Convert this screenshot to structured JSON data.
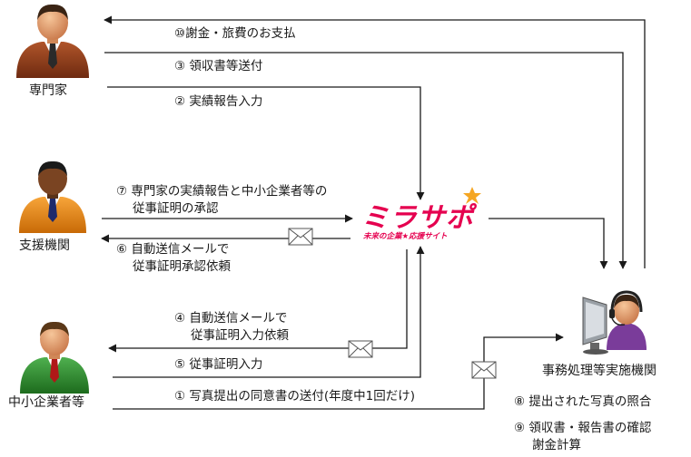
{
  "actors": {
    "expert": "専門家",
    "support": "支援機関",
    "sme": "中小企業者等",
    "office": "事務処理等実施機関"
  },
  "logo": {
    "name": "ミラサポ",
    "tagline": "未来の企業★応援サイト",
    "color": "#e5004f",
    "star_color": "#f5a623"
  },
  "steps": {
    "s10": "⑩謝金・旅費のお支払",
    "s3": "③ 領収書等送付",
    "s2": "② 実績報告入力",
    "s7_line1": "⑦ 専門家の実績報告と中小企業者等の",
    "s7_line2": "従事証明の承認",
    "s6_line1": "⑥ 自動送信メールで",
    "s6_line2": "従事証明承認依頼",
    "s4_line1": "④ 自動送信メールで",
    "s4_line2": "従事証明入力依頼",
    "s5": "⑤ 従事証明入力",
    "s1": "① 写真提出の同意書の送付(年度中1回だけ)",
    "s8": "⑧ 提出された写真の照合",
    "s9_line1": "⑨ 領収書・報告書の確認",
    "s9_line2": "謝金計算"
  },
  "colors": {
    "arrow": "#1a1a1a",
    "expert_suit": "#8b3a1a",
    "support_suit": "#e8820e",
    "sme_suit": "#2e8b2e",
    "skin": "#e9a878",
    "hair": "#3a2414",
    "operator_shirt": "#7a3c9a"
  }
}
